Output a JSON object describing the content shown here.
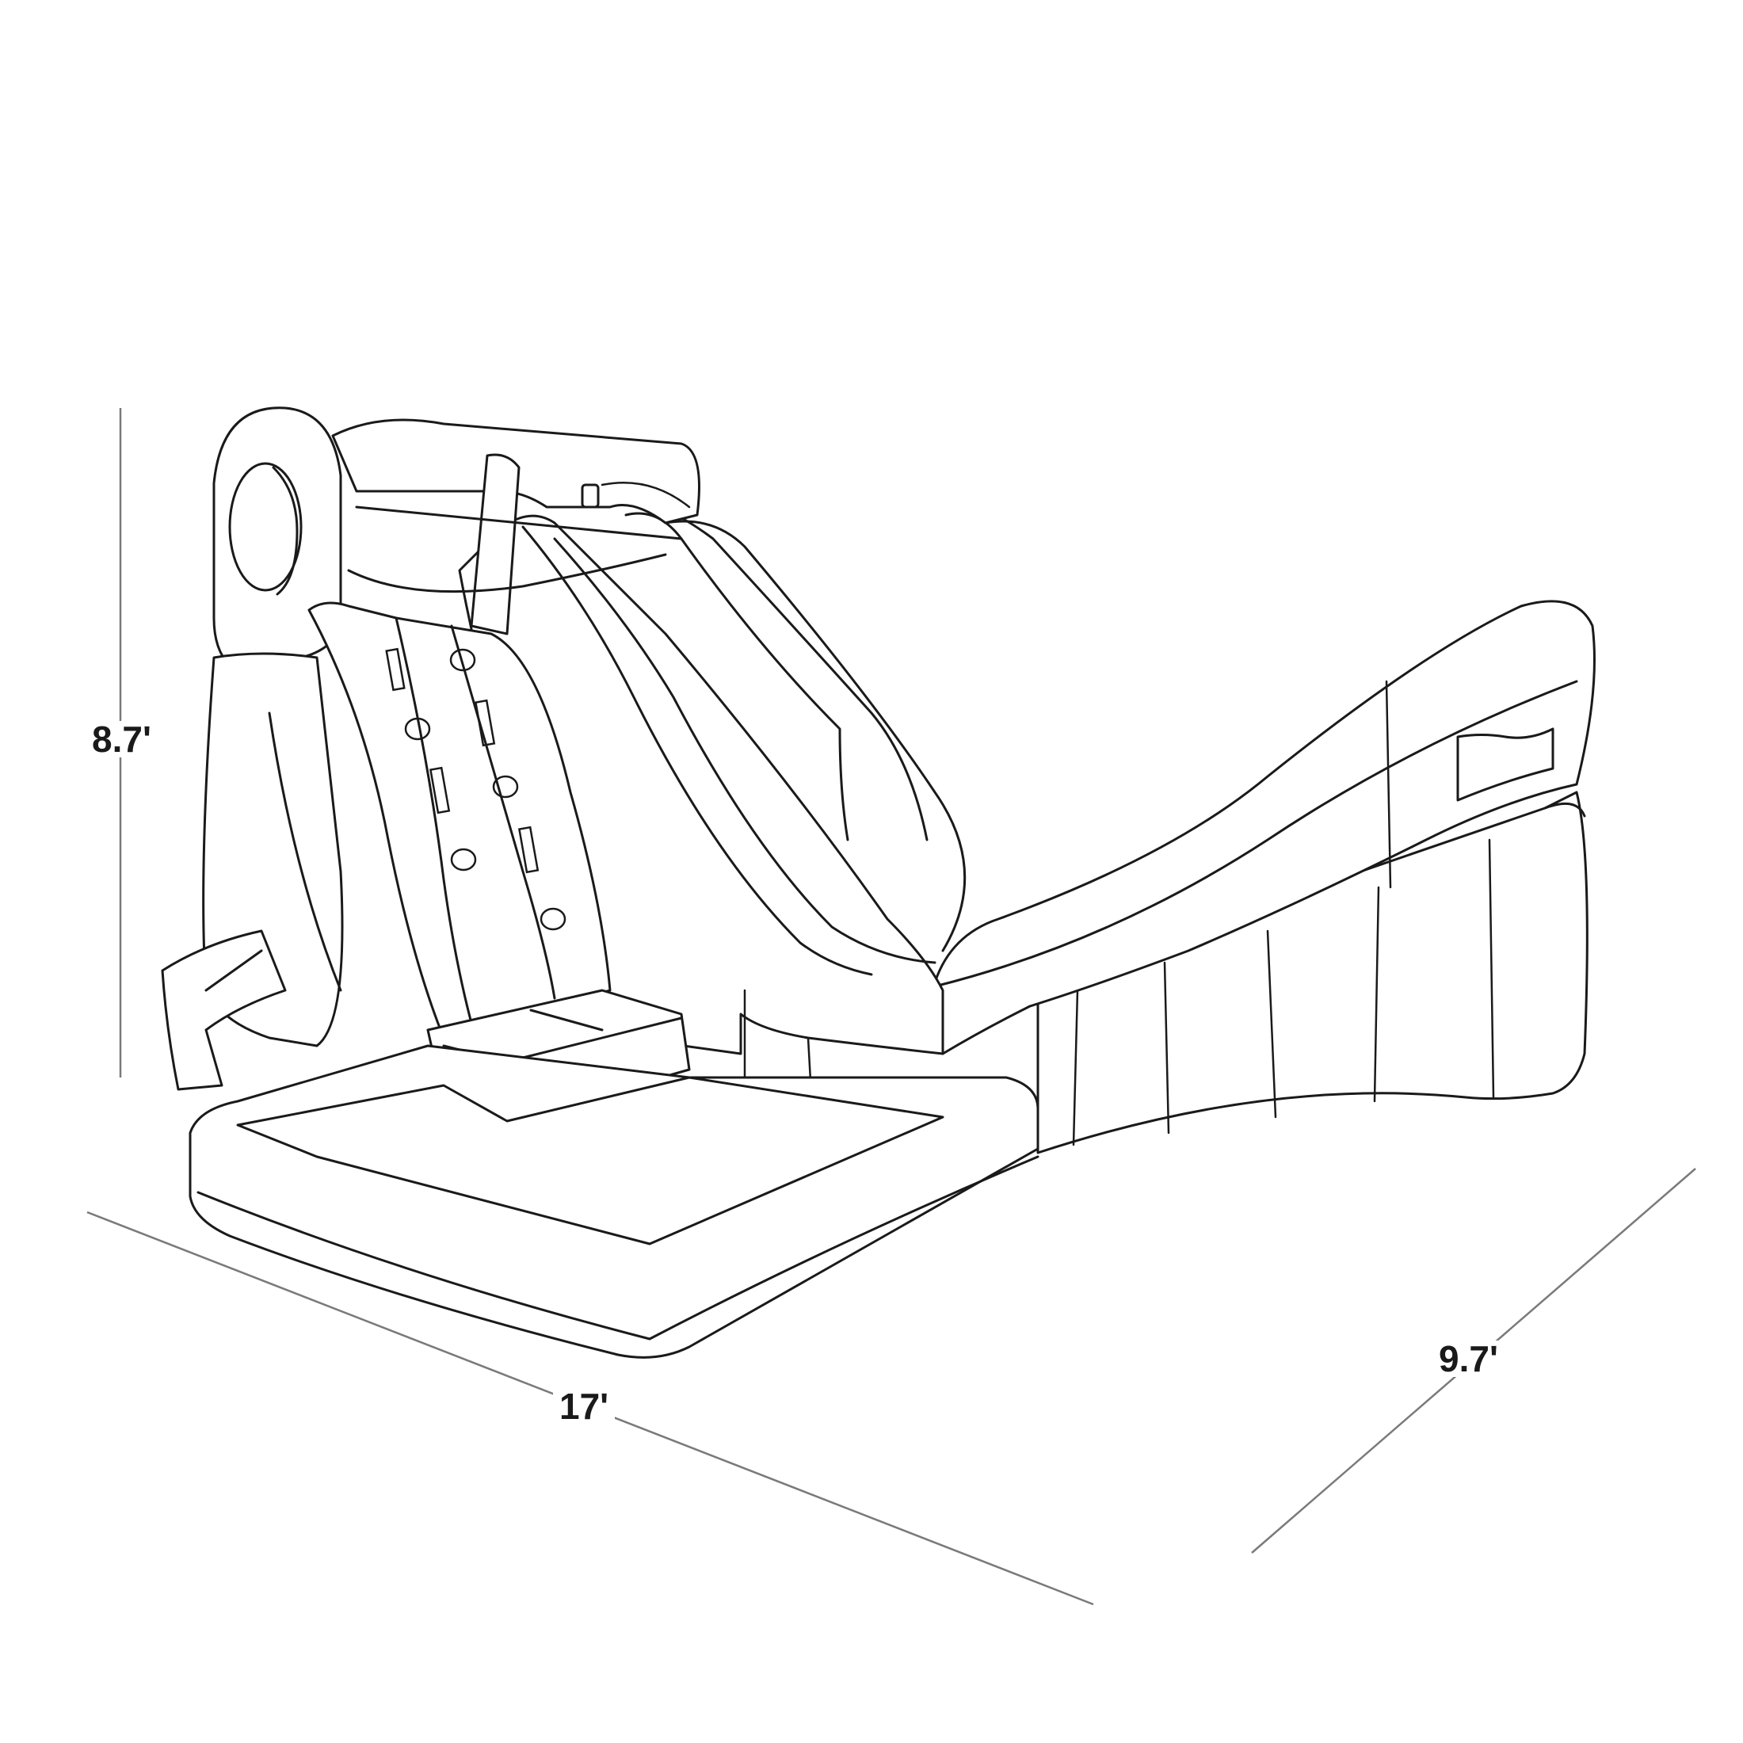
{
  "dimensions": {
    "height_label": "8.7'",
    "length_label": "17'",
    "width_label": "9.7'"
  },
  "colors": {
    "stroke": "#1a1a1a",
    "dimension_line": "#7a7a7a",
    "background": "#ffffff"
  }
}
